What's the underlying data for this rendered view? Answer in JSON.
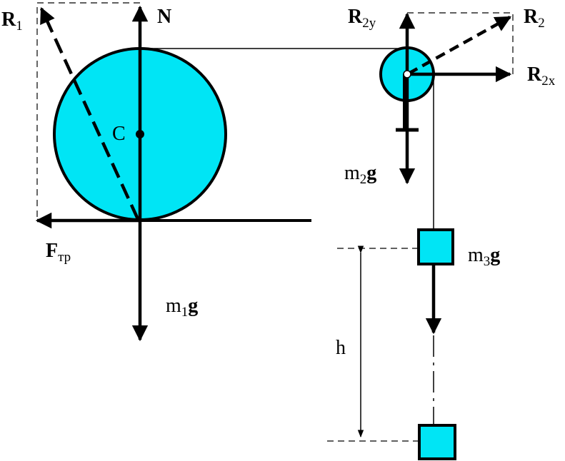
{
  "colors": {
    "fill": "#00e5f5",
    "stroke": "#000000",
    "background": "#ffffff"
  },
  "labels": {
    "r1": {
      "main": "R",
      "sub": "1"
    },
    "n": {
      "main": "N"
    },
    "c": {
      "main": "C"
    },
    "ftr": {
      "main": "F",
      "sub": "тр"
    },
    "m1g": {
      "pre": "m",
      "sub": "1",
      "post": "g"
    },
    "r2y": {
      "main": "R",
      "sub": "2y"
    },
    "r2": {
      "main": "R",
      "sub": "2"
    },
    "r2x": {
      "main": "R",
      "sub": "2x"
    },
    "m2g": {
      "pre": "m",
      "sub": "2",
      "post": "g"
    },
    "m3g": {
      "pre": "m",
      "sub": "3",
      "post": "g"
    },
    "h": {
      "main": "h"
    }
  }
}
